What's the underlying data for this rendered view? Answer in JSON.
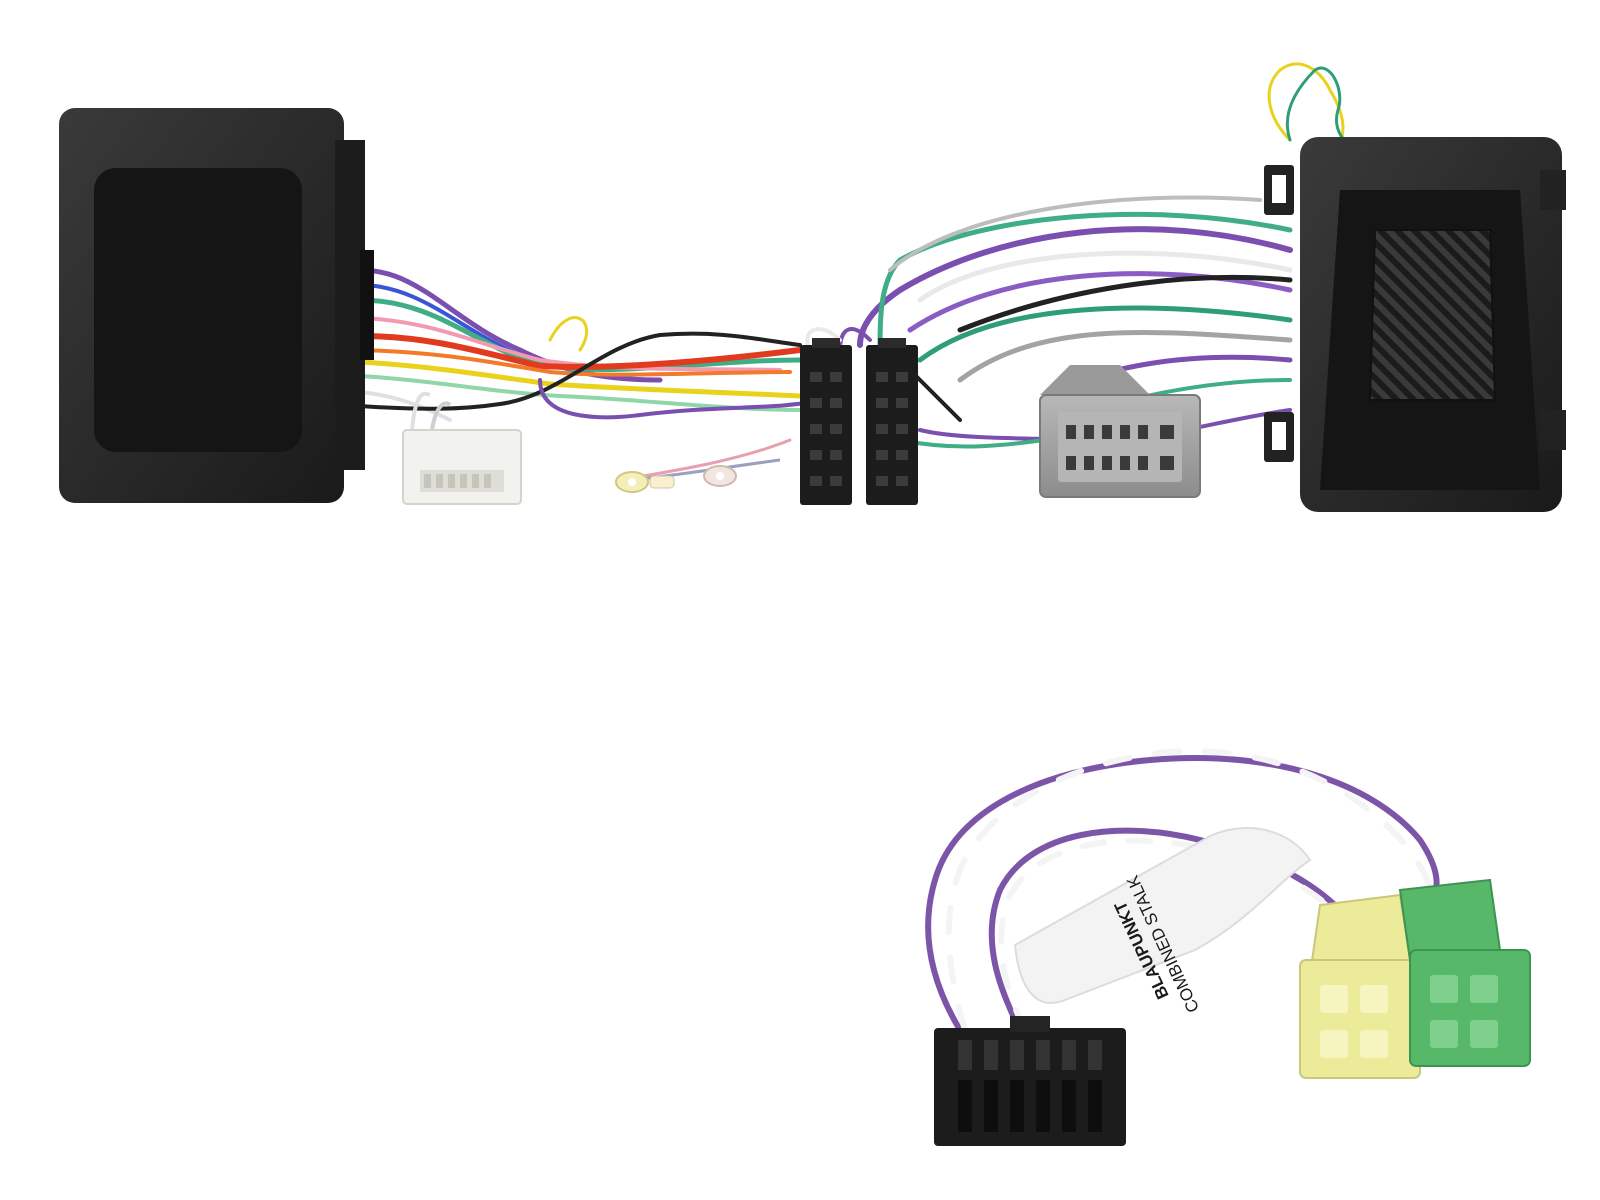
{
  "photo": {
    "subject": "steering wheel control interface harness with Blaupunkt stalk adapter lead",
    "background_color": "#ffffff",
    "colors": {
      "module_body": "#232323",
      "module_face": "#151515",
      "connector_black": "#1c1c1c",
      "connector_grey": "#a3a3a3",
      "connector_white": "#f2f2ee",
      "connector_yellow": "#eceb9a",
      "connector_green": "#58b86a",
      "wire_purple": "#7a4fb0",
      "wire_green": "#3fae86",
      "wire_white": "#e9e9e9",
      "wire_grey": "#9a9a9a",
      "wire_black": "#222222",
      "wire_red": "#e23a1e",
      "wire_yellow": "#e8d21c",
      "wire_pink": "#f29bb0",
      "wire_blue": "#3a56d6"
    },
    "stalk_label": {
      "line1": "BLAUPUNKT",
      "line2": "COMBINED STALK"
    }
  }
}
